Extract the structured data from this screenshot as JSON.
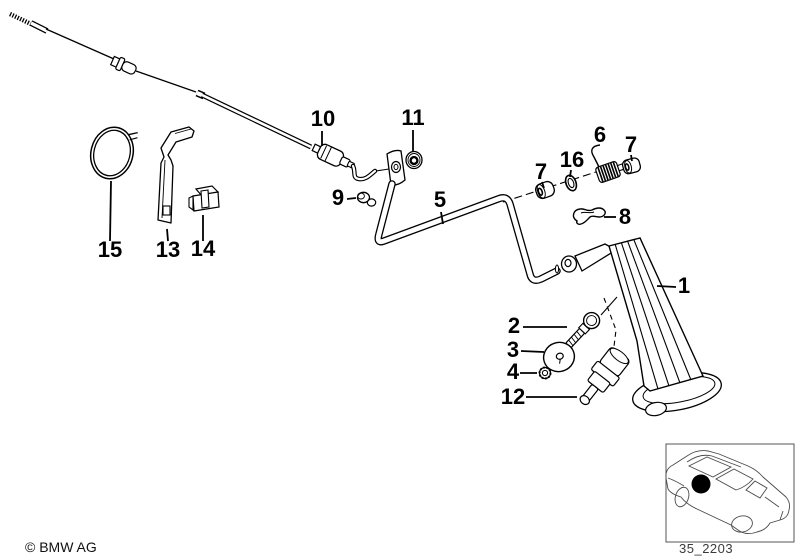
{
  "callouts": [
    {
      "label": "10"
    },
    {
      "label": "11"
    },
    {
      "label": "9"
    },
    {
      "label": "5"
    },
    {
      "label": "7"
    },
    {
      "label": "16"
    },
    {
      "label": "6"
    },
    {
      "label": "7"
    },
    {
      "label": "8"
    },
    {
      "label": "1"
    },
    {
      "label": "2"
    },
    {
      "label": "3"
    },
    {
      "label": "4"
    },
    {
      "label": "12"
    },
    {
      "label": "15"
    },
    {
      "label": "13"
    },
    {
      "label": "14"
    }
  ],
  "footer": {
    "copyright": "© BMW AG"
  },
  "inset": {
    "code": "35_2203"
  },
  "colors": {
    "line": "#000000",
    "background": "#ffffff",
    "inset_line": "#4a4a4a"
  }
}
